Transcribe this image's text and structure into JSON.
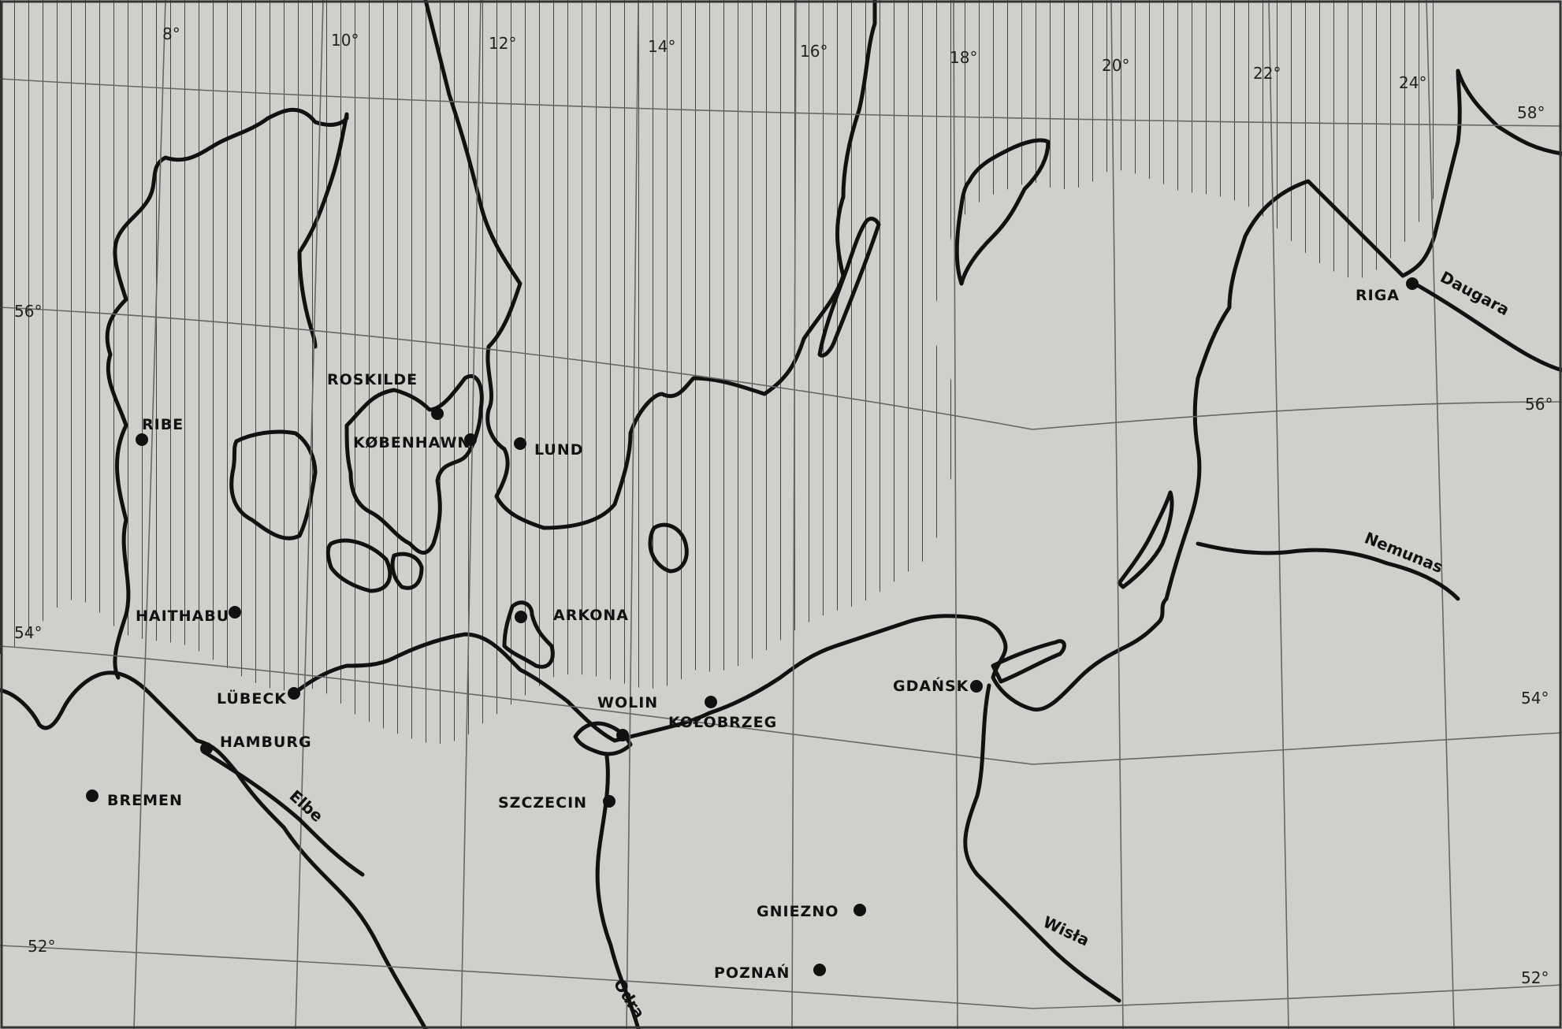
{
  "map": {
    "cities": [
      {
        "id": "roskilde",
        "label": "ROSKILDE"
      },
      {
        "id": "kobenhavn",
        "label": "KØBENHAWN"
      },
      {
        "id": "lund",
        "label": "LUND"
      },
      {
        "id": "ribe",
        "label": "RIBE"
      },
      {
        "id": "haithabu",
        "label": "HAITHABU"
      },
      {
        "id": "arkona",
        "label": "ARKONA"
      },
      {
        "id": "lubeck",
        "label": "LÜBECK"
      },
      {
        "id": "hamburg",
        "label": "HAMBURG"
      },
      {
        "id": "bremen",
        "label": "BREMEN"
      },
      {
        "id": "wolin",
        "label": "WOLIN"
      },
      {
        "id": "kolobrzeg",
        "label": "KOŁOBRZEG"
      },
      {
        "id": "szczecin",
        "label": "SZCZECIN"
      },
      {
        "id": "gdansk",
        "label": "GDAŃSK"
      },
      {
        "id": "gniezno",
        "label": "GNIEZNO"
      },
      {
        "id": "poznan",
        "label": "POZNAŃ"
      },
      {
        "id": "riga",
        "label": "RIGA"
      }
    ],
    "rivers": {
      "elbe": "Elbe",
      "odra": "Odra",
      "wisla": "Wisła",
      "nemunas": "Nemunas",
      "daugava": "Daugara"
    },
    "longitudes": [
      "8°",
      "10°",
      "12°",
      "14°",
      "16°",
      "18°",
      "20°",
      "22°",
      "24°"
    ],
    "latitudes_left": [
      "56°",
      "54°",
      "52°"
    ],
    "latitudes_right": [
      "58°",
      "56°",
      "54°",
      "52°"
    ],
    "colors": {
      "paper": "#cfcfcb",
      "ink": "#111111"
    }
  }
}
